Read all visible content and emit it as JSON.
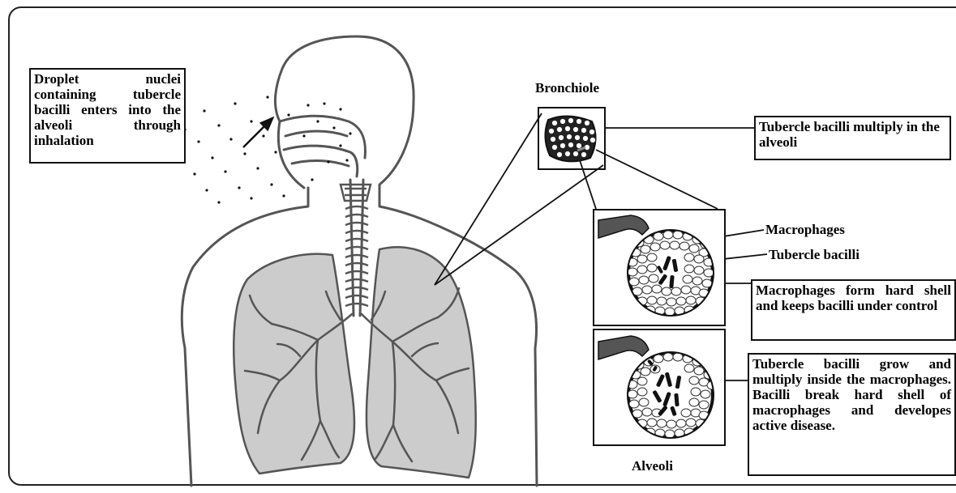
{
  "labels": {
    "droplet": "Droplet nuclei containing tubercle bacilli enters into the alveoli through inhalation",
    "bronchiole": "Bronchiole",
    "multiply": "Tubercle bacilli multiply in the alveoli",
    "macrophages": "Macrophages",
    "tubercle_bacilli": "Tubercle bacilli",
    "shell": "Macrophages form hard shell and keeps bacilli under control",
    "disease": "Tubercle bacilli grow and multiply inside the macrophages. Bacilli break hard shell of macrophages and developes active disease.",
    "alveoli": "Alveoli"
  },
  "colors": {
    "line": "#555555",
    "lung_fill": "#cccccc",
    "ink": "#111111"
  }
}
